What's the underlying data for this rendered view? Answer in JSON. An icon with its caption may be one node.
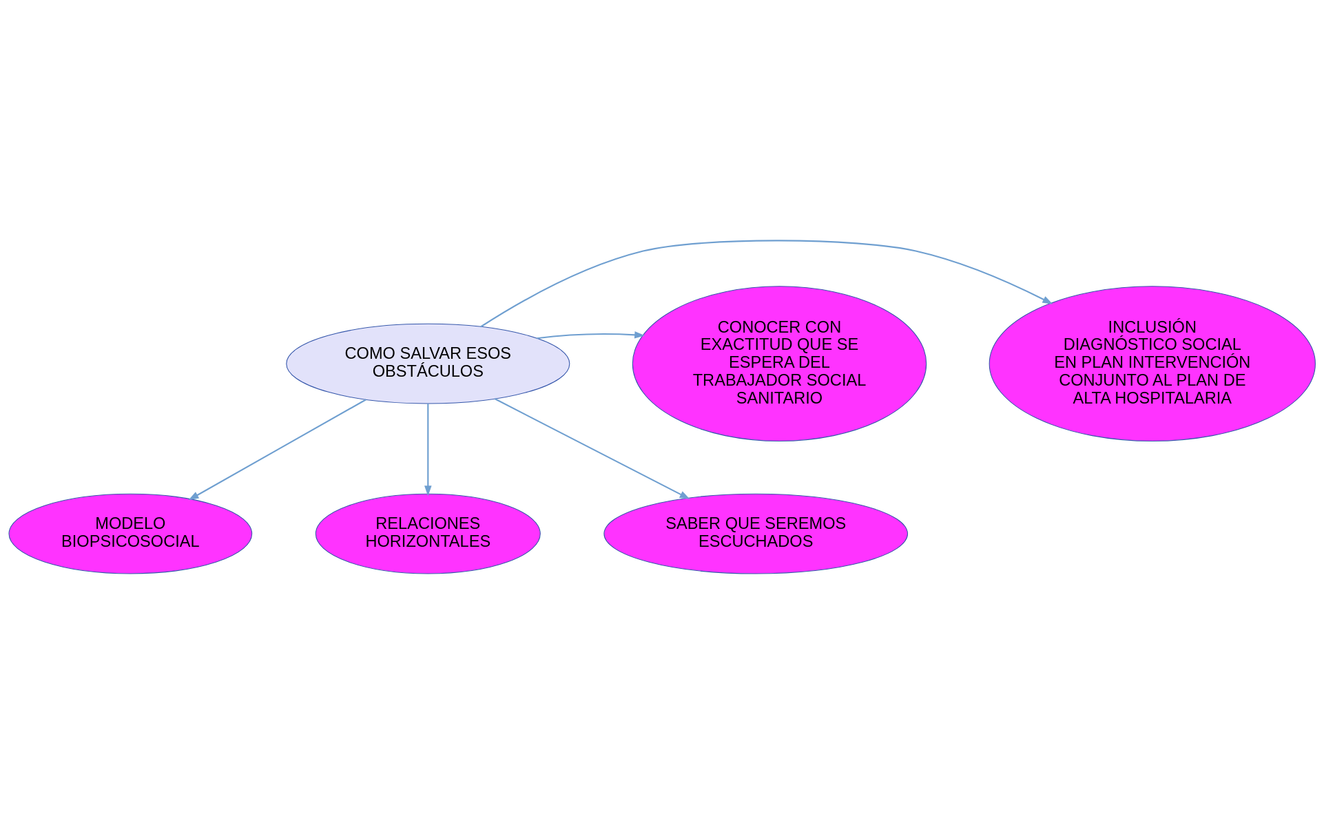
{
  "diagram": {
    "nodes": [
      {
        "text": [
          "MODELO BIOPSICOSOCIAL"
        ]
      },
      {
        "text": [
          "INCLUSIÓN DIAGNÓSTICO SOCIAL EN PLAN INTERVENCIÓN CONJUNTO AL PLAN DE ALTA HOSPITALARIA"
        ]
      },
      {
        "text": [
          "CONOCER CON EXACTITUD QUE SE ESPERA DEL TRABAJADOR SOCIAL SANITARIO"
        ]
      },
      {
        "text": [
          "COMO SALVAR ESOS OBSTÁCULOS"
        ]
      },
      {
        "text": [
          "RELACIONES HORIZONTALES"
        ]
      },
      {
        "text": [
          "SABER QUE SEREMOS ESCUCHADOS"
        ]
      }
    ],
    "edges": [
      {
        "from": 3,
        "to": 0,
        "arrow": "to"
      },
      {
        "from": 3,
        "to": 1,
        "arrow": "to"
      },
      {
        "from": 3,
        "to": 2,
        "arrow": "to"
      },
      {
        "from": 3,
        "to": 4,
        "arrow": "to"
      },
      {
        "from": 3,
        "to": 5,
        "arrow": "to"
      }
    ]
  }
}
